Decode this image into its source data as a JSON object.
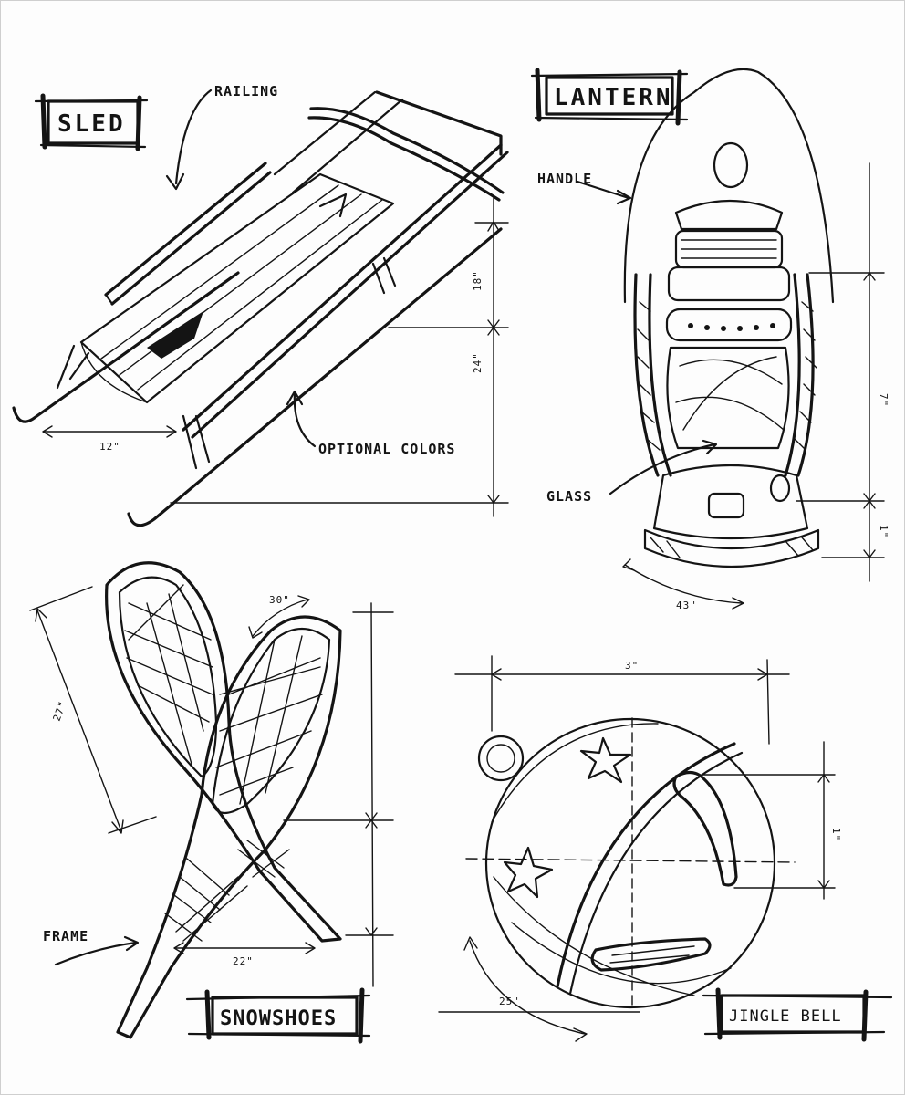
{
  "titles": {
    "sled": "SLED",
    "lantern": "LANTERN",
    "snowshoes": "SNOWSHOES",
    "jingle_bell": "JINGLE BELL"
  },
  "notes": {
    "railing": "RAILING",
    "optional_colors": "OPTIONAL COLORS",
    "handle": "HANDLE",
    "glass": "GLASS",
    "frame": "FRAME"
  },
  "dimensions": {
    "sled_width": "12\"",
    "sled_height_upper": "18\"",
    "sled_height_lower": "24\"",
    "lantern_height": "7\"",
    "lantern_base": "1\"",
    "lantern_circumference": "43\"",
    "snowshoe_length": "27\"",
    "snowshoe_top": "30\"",
    "snowshoe_bottom": "22\"",
    "bell_width": "3\"",
    "bell_height": "1\"",
    "bell_arc": "25\""
  }
}
